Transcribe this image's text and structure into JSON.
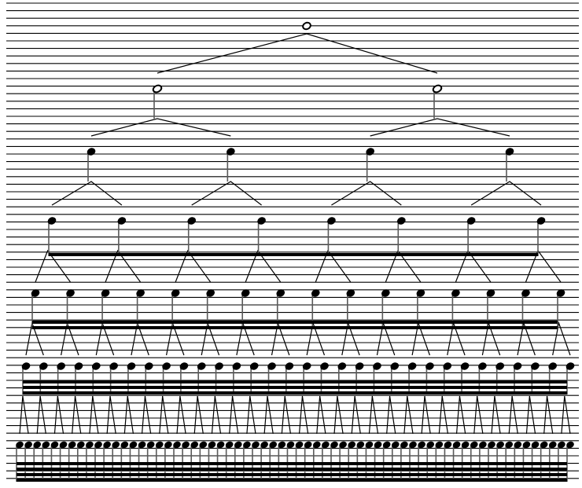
{
  "diagram": {
    "kind": "note-value subdivision tree",
    "colors": {
      "background": "#ffffff",
      "ink": "#000000",
      "stem": "#5a5a5a"
    },
    "levels": [
      {
        "note": "whole",
        "count": 1,
        "head": "open",
        "stem": false,
        "beams": 0
      },
      {
        "note": "half",
        "count": 2,
        "head": "open",
        "stem": true,
        "beams": 0
      },
      {
        "note": "quarter",
        "count": 4,
        "head": "filled",
        "stem": true,
        "beams": 0
      },
      {
        "note": "eighth",
        "count": 8,
        "head": "filled",
        "stem": true,
        "beams": 1
      },
      {
        "note": "sixteenth",
        "count": 16,
        "head": "filled",
        "stem": true,
        "beams": 2
      },
      {
        "note": "thirty-second",
        "count": 32,
        "head": "filled",
        "stem": true,
        "beams": 3
      },
      {
        "note": "sixty-fourth",
        "count": 64,
        "head": "filled",
        "stem": true,
        "beams": 4
      }
    ]
  }
}
